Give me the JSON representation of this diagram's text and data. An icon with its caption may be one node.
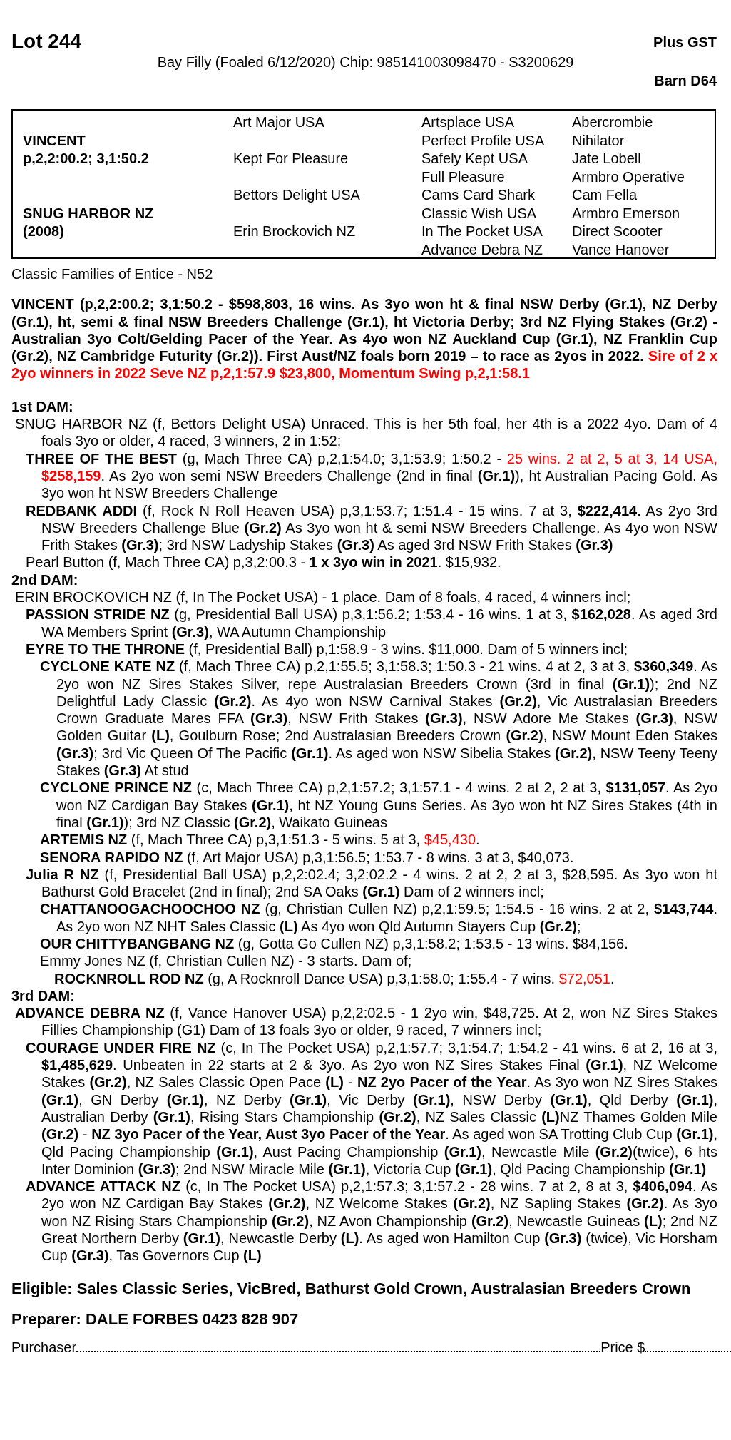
{
  "diagram": {
    "nodes": [
      {
        "text": [
          "VINCENT",
          "p,2,2:00.2; 3,1:50.2",
          "SNUG HARBOR NZ",
          "(2008)",
          "Art Major USA",
          "Kept For Pleasure",
          "Bettors Delight USA",
          "Erin Brockovich NZ",
          "Artsplace USA",
          "Perfect Profile USA",
          "Safely Kept USA",
          "Full Pleasure",
          "Cams Card Shark",
          "Classic Wish USA",
          "In The Pocket USA",
          "Advance Debra NZ",
          "Abercrombie",
          "Nihilator",
          "Jate Lobell",
          "Armbro Operative",
          "Cam Fella",
          "Armbro Emerson",
          "Direct Scooter",
          "Vance Hanover"
        ]
      }
    ],
    "labels": [
      "Lot 244",
      "Plus GST",
      "Bay Filly (Foaled 6/12/2020) Chip: 985141003098470 - S3200629",
      "Barn D64",
      "Classic Families of Entice - N52",
      "VINCENT (p,2,2:00.2; 3,1:50.2 - $598,803, 16 wins. As 3yo won ht & final NSW Derby (Gr.1), NZ Derby (Gr.1), ht, semi & final NSW Breeders Challenge (Gr.1), ht Victoria Derby; 3rd NZ Flying Stakes (Gr.2) - Australian 3yo Colt/Gelding Pacer of the Year. As 4yo won NZ Auckland Cup (Gr.1), NZ Franklin Cup (Gr.2), NZ Cambridge Futurity (Gr.2)). First Aust/NZ foals born 2019 – to race as 2yos in 2022.",
      "Sire of 2 x 2yo winners in 2022 Seve NZ p,2,1:57.9 $23,800, Momentum Swing p,2,1:58.1",
      "1st DAM:",
      "SNUG HARBOR NZ (f, Bettors Delight USA) Unraced. This is her 5th foal, her 4th is a 2022 4yo. Dam of 4 foals 3yo or older, 4 raced, 3 winners, 2 in 1:52;",
      "**THREE OF THE BEST** (g, Mach Three CA) p,2,1:54.0; 3,1:53.9; 1:50.2 -",
      "25 wins. 2 at 2, 5 at 3, 14 USA, **$258,159**",
      ". As 2yo won semi NSW Breeders Challenge (2nd in final **(Gr.1)**), ht Australian Pacing Gold. As 3yo won ht NSW Breeders Challenge",
      "**REDBANK ADDI** (f, Rock N Roll Heaven USA) p,3,1:53.7; 1:51.4 - 15 wins. 7 at 3, **$222,414**. As 2yo 3rd NSW Breeders Challenge Blue **(Gr.2)** As 3yo won ht & semi NSW Breeders Challenge. As 4yo won NSW Frith Stakes **(Gr.3)**; 3rd NSW Ladyship Stakes **(Gr.3)** As aged 3rd NSW Frith Stakes **(Gr.3)**",
      "Pearl Button (f, Mach Three CA) p,3,2:00.3 - **1 x 3yo win in 2021**. $15,932.",
      "2nd DAM:",
      "ERIN BROCKOVICH NZ (f, In The Pocket USA) - 1 place. Dam of 8 foals, 4 raced, 4 winners incl;",
      "**PASSION STRIDE NZ** (g, Presidential Ball USA) p,3,1:56.2; 1:53.4 - 16 wins. 1 at 3, **$162,028**. As aged 3rd WA Members Sprint **(Gr.3)**, WA Autumn Championship",
      "**EYRE TO THE THRONE** (f, Presidential Ball) p,1:58.9 - 3 wins. $11,000. Dam of 5 winners incl;",
      "**CYCLONE KATE NZ** (f, Mach Three CA) p,2,1:55.5; 3,1:58.3; 1:50.3 - 21 wins. 4 at 2, 3 at 3, **$360,349**. As 2yo won NZ Sires Stakes Silver, repe Australasian Breeders Crown (3rd in final **(Gr.1)**); 2nd NZ Delightful Lady Classic **(Gr.2)**. As 4yo won NSW Carnival Stakes **(Gr.2)**, Vic Australasian Breeders Crown Graduate Mares FFA **(Gr.3)**, NSW Frith Stakes **(Gr.3)**, NSW Adore Me Stakes **(Gr.3)**, NSW Golden Guitar **(L)**, Goulburn Rose; 2nd Australasian Breeders Crown **(Gr.2)**, NSW Mount Eden Stakes **(Gr.3)**; 3rd Vic Queen Of The Pacific **(Gr.1)**. As aged won NSW Sibelia Stakes **(Gr.2)**, NSW Teeny Teeny Stakes **(Gr.3)** At stud",
      "**CYCLONE PRINCE NZ** (c, Mach Three CA) p,2,1:57.2; 3,1:57.1 - 4 wins. 2 at 2, 2 at 3, **$131,057**. As 2yo won NZ Cardigan Bay Stakes **(Gr.1)**, ht NZ Young Guns Series. As 3yo won ht NZ Sires Stakes (4th in final **(Gr.1)**); 3rd NZ Classic **(Gr.2)**, Waikato Guineas",
      "**ARTEMIS NZ** (f, Mach Three CA) p,3,1:51.3 - 5 wins. 5 at 3,",
      "$45,430",
      ".",
      "**SENORA RAPIDO NZ** (f, Art Major USA) p,3,1:56.5; 1:53.7 - 8 wins. 3 at 3, $40,073.",
      "**Julia R NZ** (f, Presidential Ball USA) p,2,2:02.4; 3,2:02.2 - 4 wins. 2 at 2, 2 at 3, $28,595. As 3yo won ht Bathurst Gold Bracelet (2nd in final); 2nd SA Oaks **(Gr.1)** Dam of 2 winners incl;",
      "**CHATTANOOGACHOOCHOO NZ** (g, Christian Cullen NZ) p,2,1:59.5; 1:54.5 - 16 wins. 2 at 2, **$143,744**. As 2yo won NZ NHT Sales Classic **(L)** As 4yo won Qld Autumn Stayers Cup **(Gr.2)**;",
      "**OUR CHITTYBANGBANG NZ** (g, Gotta Go Cullen NZ) p,3,1:58.2; 1:53.5 - 13 wins. $84,156.",
      "Emmy Jones NZ (f, Christian Cullen NZ) - 3 starts. Dam of;",
      "**ROCKNROLL ROD NZ** (g, A Rocknroll Dance USA) p,3,1:58.0; 1:55.4 - 7 wins.",
      "$72,051",
      ".",
      "3rd DAM:",
      "**ADVANCE DEBRA NZ** (f, Vance Hanover USA) p,2,2:02.5 - 1 2yo win, $48,725. At 2, won NZ Sires Stakes Fillies Championship (G1) Dam of 13 foals 3yo or older, 9 raced, 7 winners incl;",
      "**COURAGE UNDER FIRE NZ** (c, In The Pocket USA) p,2,1:57.7; 3,1:54.7; 1:54.2 - 41 wins. 6 at 2, 16 at 3, **$1,485,629**. Unbeaten in 22 starts at 2 & 3yo. As 2yo won NZ Sires Stakes Final **(Gr.1)**, NZ Welcome Stakes **(Gr.2)**, NZ Sales Classic Open Pace **(L)** - **NZ 2yo Pacer of the Year**. As 3yo won NZ Sires Stakes **(Gr.1)**, GN Derby **(Gr.1)**, NZ Derby **(Gr.1)**, Vic Derby **(Gr.1)**, NSW Derby **(Gr.1)**, Qld Derby **(Gr.1)**, Australian Derby **(Gr.1)**, Rising Stars Championship **(Gr.2)**, NZ Sales Classic **(L)**NZ Thames Golden Mile **(Gr.2)** - **NZ 3yo Pacer of the Year, Aust 3yo Pacer of the Year**. As aged won SA Trotting Club Cup **(Gr.1)**, Qld Pacing Championship **(Gr.1)**, Aust Pacing Championship **(Gr.1)**, Newcastle Mile **(Gr.2)**(twice), 6 hts Inter Dominion **(Gr.3)**; 2nd NSW Miracle Mile **(Gr.1)**, Victoria Cup **(Gr.1)**, Qld Pacing Championship **(Gr.1)**",
      "**ADVANCE ATTACK NZ** (c, In The Pocket USA) p,2,1:57.3; 3,1:57.2 - 28 wins. 7 at 2, 8 at 3, **$406,094**. As 2yo won NZ Cardigan Bay Stakes **(Gr.2)**, NZ Welcome Stakes **(Gr.2)**, NZ Sapling Stakes **(Gr.2)**. As 3yo won NZ Rising Stars Championship **(Gr.2)**, NZ Avon Championship **(Gr.2)**, Newcastle Guineas **(L)**; 2nd NZ Great Northern Derby **(Gr.1)**, Newcastle Derby **(L)**. As aged won Hamilton Cup **(Gr.3)** (twice), Vic Horsham Cup **(Gr.3)**, Tas Governors Cup **(L)**",
      "Eligible: Sales Classic Series, VicBred, Bathurst Gold Crown, Australasian Breeders Crown",
      "Preparer: DALE FORBES 0423 828 907",
      "Purchaser",
      "Price $"
    ]
  }
}
